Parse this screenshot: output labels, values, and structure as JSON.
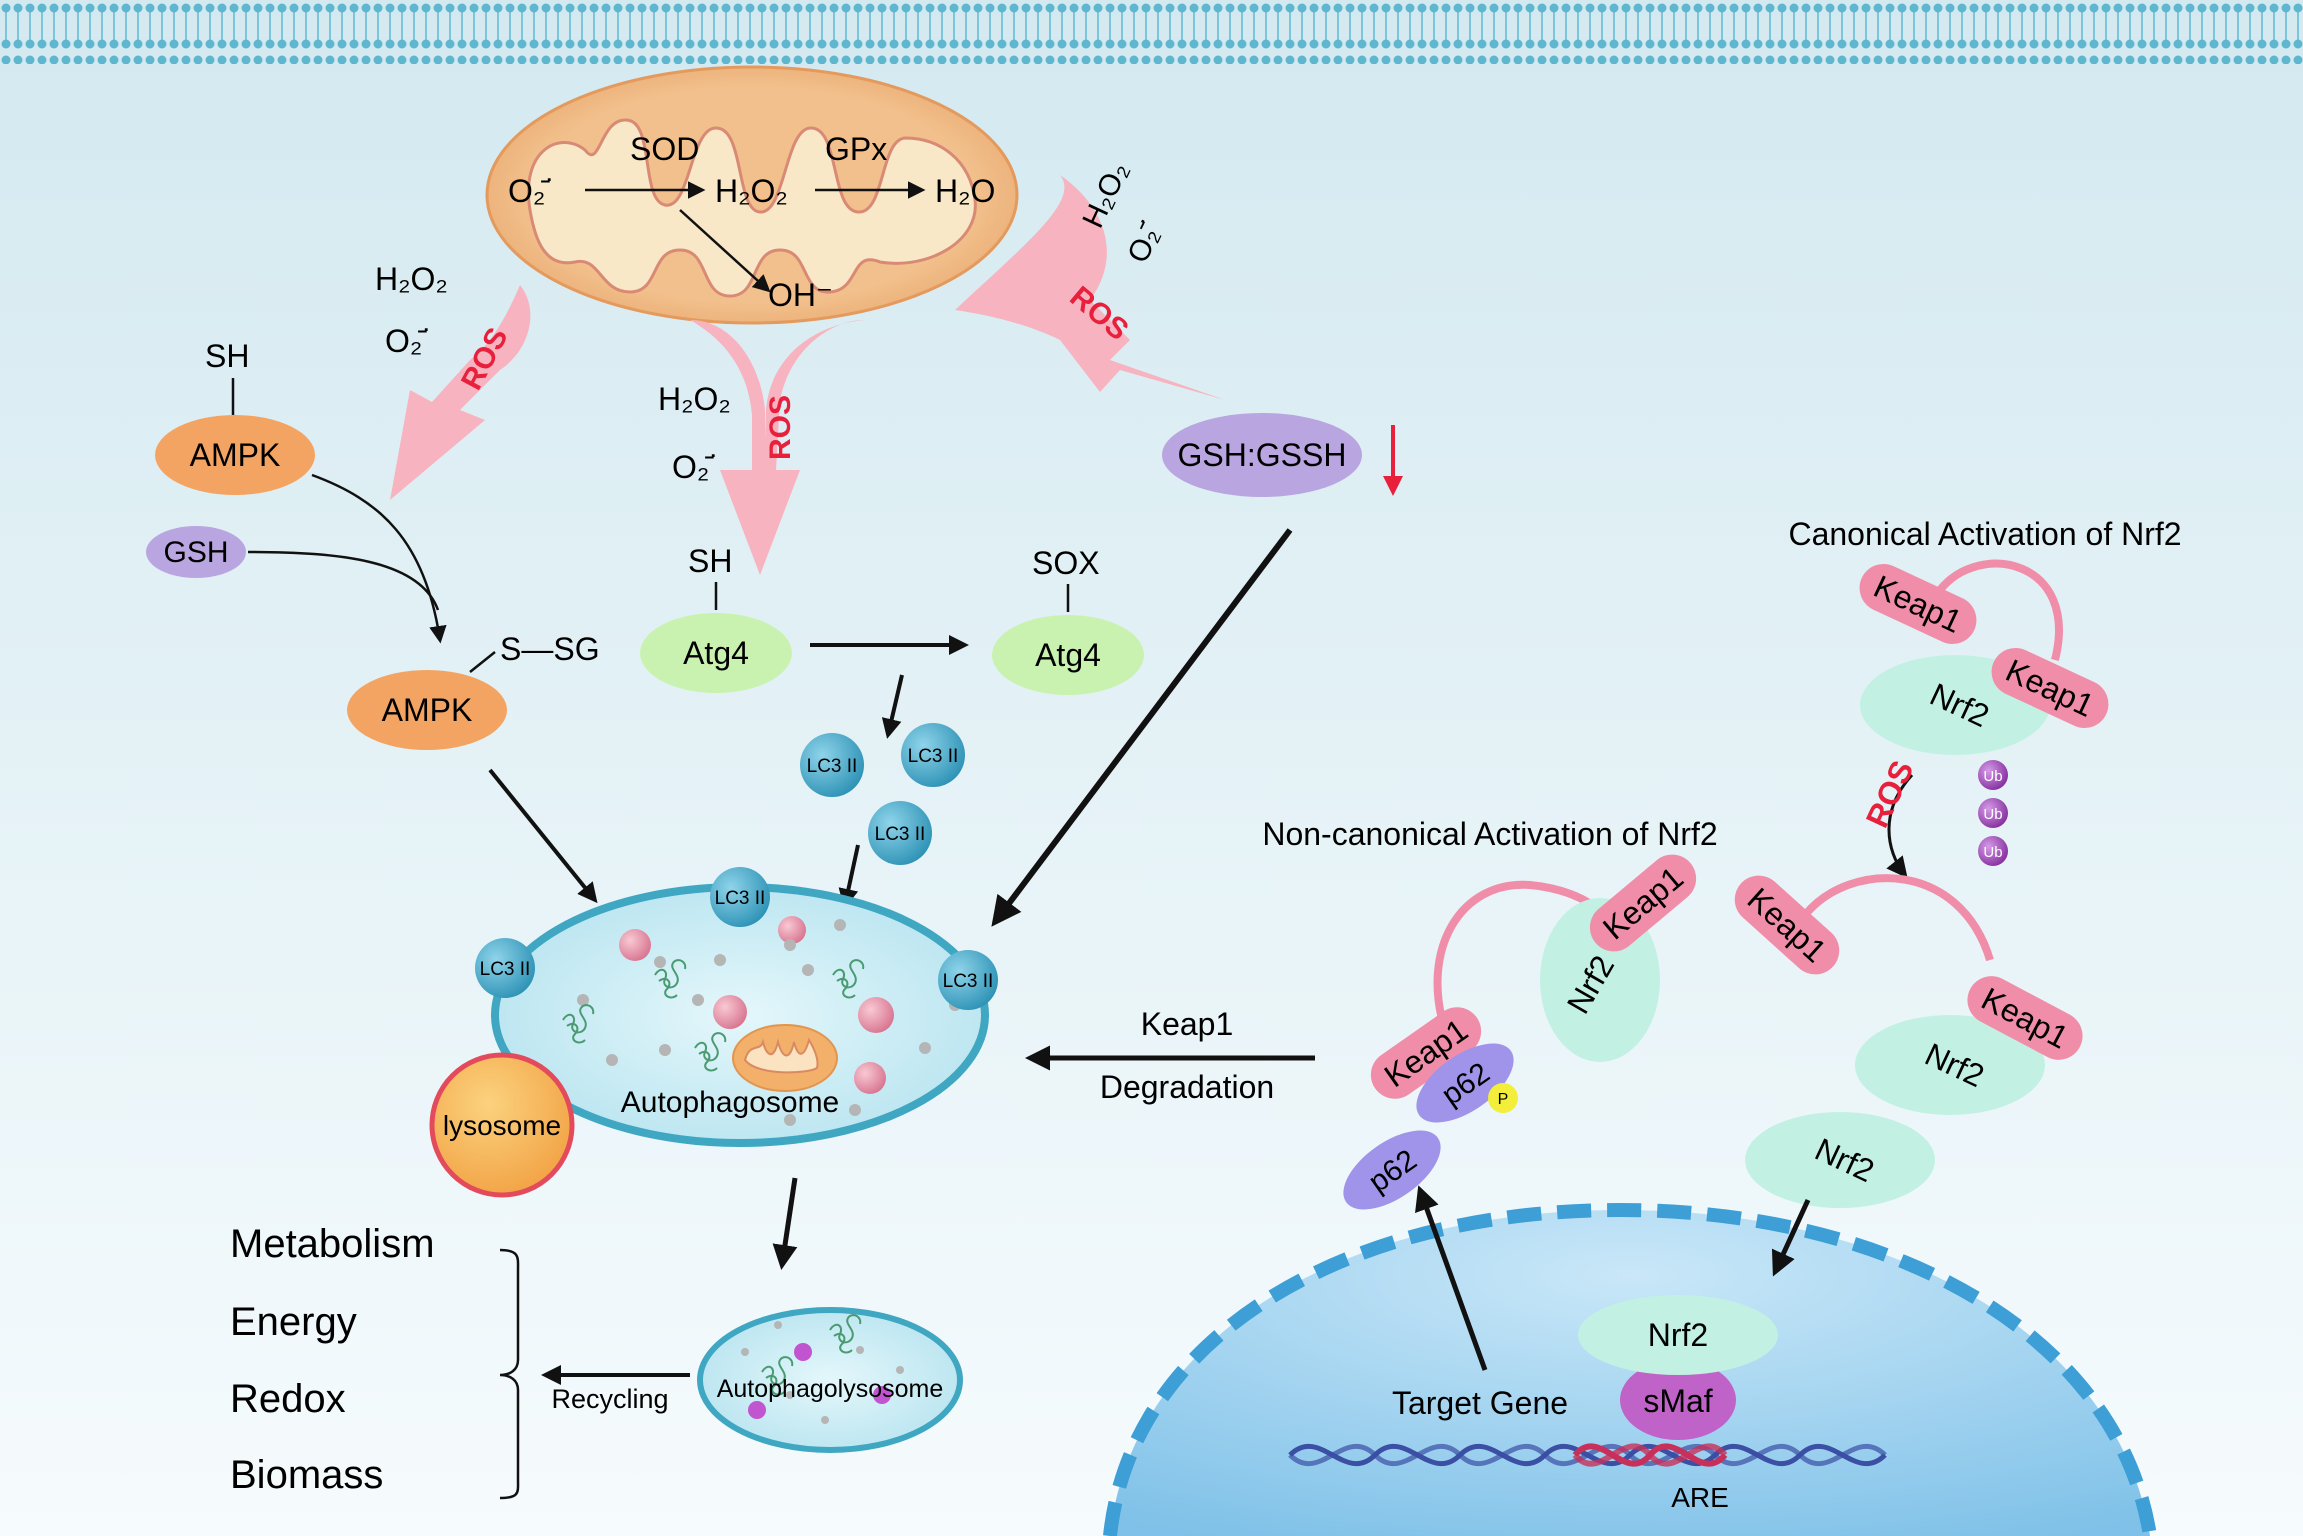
{
  "colors": {
    "background_top": "#d3e9f0",
    "background_bottom": "#f6fbfd",
    "membrane": "#5fb6cf",
    "mito_outer": "#eeb57f",
    "mito_inner": "#f8e8c8",
    "ros_arrow": "#f7b3bf",
    "ros_text": "#e8203c",
    "ampk": "#f4a462",
    "gsh": "#b9a6e0",
    "atg4": "#c9f2b0",
    "lc3": "#49aac9",
    "autophagosome_fill": "#cfeef6",
    "autophagosome_rim": "#3fa7c2",
    "lysosome": "#f6b256",
    "keap1": "#f08eaa",
    "nrf2": "#c2f1e4",
    "p62": "#9f93ea",
    "p_bubble": "#f2ee3a",
    "ub": "#a24fbc",
    "smaf": "#c063c8",
    "nucleus": "#a4d5f0",
    "dna_blue": "#3b4fa4",
    "dna_red": "#c8305a"
  },
  "icons": [
    "mitochondrion-icon",
    "dna-helix-icon",
    "ubiquitin-icon",
    "phosphate-icon"
  ],
  "mitochondria": {
    "sod": "SOD",
    "gpx": "GPx",
    "o2_radical": "O₂̄˙",
    "h2o2": "H₂O₂",
    "h2o": "H₂O",
    "oh": "OH⁻"
  },
  "ros_label": "ROS",
  "ros_species": {
    "h2o2": "H₂O₂",
    "o2": "O₂̄˙"
  },
  "ampk_branch": {
    "sh": "SH",
    "ampk_top": "AMPK",
    "gsh": "GSH",
    "ssg": "S—SG",
    "ampk_bottom": "AMPK"
  },
  "atg4_branch": {
    "sh": "SH",
    "atg4_reduced": "Atg4",
    "sox": "SOX",
    "atg4_oxidized": "Atg4"
  },
  "gsh_ratio": {
    "label": "GSH:GSSH",
    "trend": "↓"
  },
  "lc3_label": "LC3 II",
  "autophagosome": {
    "label": "Autophagosome",
    "lysosome": "lysosome"
  },
  "autophagolysosome": {
    "label": "Autophagolysosome",
    "recycling": "Recycling"
  },
  "outcomes": [
    "Metabolism",
    "Energy",
    "Redox",
    "Biomass"
  ],
  "keap1_degradation": {
    "line1": "Keap1",
    "line2": "Degradation"
  },
  "nrf2": {
    "canonical_title": "Canonical Activation of Nrf2",
    "noncanonical_title": "Non-canonical Activation of Nrf2",
    "keap1": "Keap1",
    "nrf2": "Nrf2",
    "p62": "p62",
    "p": "P",
    "ub": "Ub",
    "ros": "ROS",
    "smaf": "sMaf",
    "target_gene": "Target Gene",
    "are": "ARE"
  }
}
